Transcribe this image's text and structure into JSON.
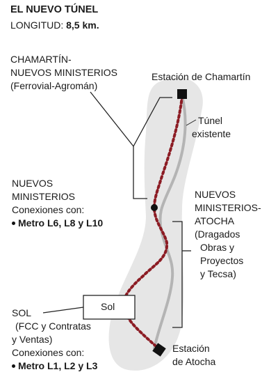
{
  "header": {
    "title": "EL NUEVO TÚNEL",
    "length_label": "LONGITUD:",
    "length_value": "8,5 km."
  },
  "sections": {
    "chamartin_nuevos": {
      "line1": "CHAMARTÍN-",
      "line2": "NUEVOS MINISTERIOS",
      "builder": "(Ferrovial-Agromán)"
    },
    "nuevos_atocha": {
      "line1": "NUEVOS",
      "line2": "MINISTERIOS-",
      "line3": "ATOCHA",
      "builder1": "(Dragados",
      "builder2": "Obras y",
      "builder3": "Proyectos",
      "builder4": "y Tecsa)"
    },
    "sol": {
      "line1": "SOL",
      "builder1": "(FCC y Contratas",
      "builder2": "y Ventas)",
      "connections_label": "Conexiones con:",
      "connections": "Metro L1, L2 y L3"
    }
  },
  "stations": {
    "chamartin": "Estación de Chamartín",
    "nuevos_ministerios": {
      "line1": "NUEVOS",
      "line2": "MINISTERIOS",
      "connections_label": "Conexiones con:",
      "connections": "Metro L6, L8 y L10"
    },
    "sol": "Sol",
    "atocha_line1": "Estación",
    "atocha_line2": "de Atocha"
  },
  "existing_tunnel": {
    "line1": "Túnel",
    "line2": "existente"
  },
  "colors": {
    "new_tunnel": "#8c1c24",
    "existing_tunnel": "#b4b4b4",
    "corridor": "#e6e6e6",
    "bracket": "#222222"
  }
}
